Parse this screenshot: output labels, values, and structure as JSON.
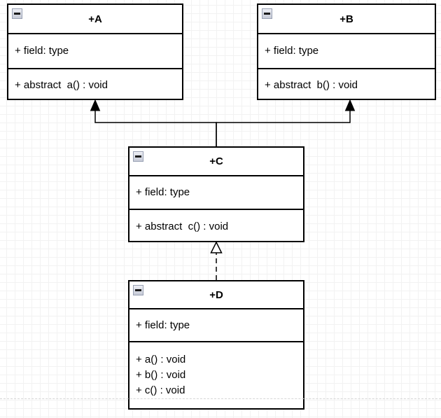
{
  "diagram": {
    "type": "uml-class-diagram",
    "classes": [
      {
        "id": "A",
        "title": "+A",
        "fields": [
          "+ field: type"
        ],
        "methods": [
          "+ abstract  a() : void"
        ],
        "collapse_icon": "minus"
      },
      {
        "id": "B",
        "title": "+B",
        "fields": [
          "+ field: type"
        ],
        "methods": [
          "+ abstract  b() : void"
        ],
        "collapse_icon": "minus"
      },
      {
        "id": "C",
        "title": "+C",
        "fields": [
          "+ field: type"
        ],
        "methods": [
          "+ abstract  c() : void"
        ],
        "collapse_icon": "minus"
      },
      {
        "id": "D",
        "title": "+D",
        "fields": [
          "+ field: type"
        ],
        "methods": [
          "+ a() : void",
          "+ b() : void",
          "+ c() : void"
        ],
        "collapse_icon": "minus"
      }
    ],
    "relationships": [
      {
        "from": "C",
        "to": "A",
        "type": "generalization",
        "line": "solid",
        "arrowhead": "filled-triangle"
      },
      {
        "from": "C",
        "to": "B",
        "type": "generalization",
        "line": "solid",
        "arrowhead": "filled-triangle"
      },
      {
        "from": "D",
        "to": "C",
        "type": "realization",
        "line": "dashed",
        "arrowhead": "hollow-triangle"
      }
    ],
    "colors": {
      "box_border": "#000000",
      "box_fill": "#ffffff",
      "text": "#000000",
      "grid_minor": "#f2f2f2",
      "grid_major": "#e3e3e3",
      "page_break_line": "#d6d6d6",
      "collapse_icon_border": "#98a0b3",
      "collapse_icon_fill": "#d4d8e2"
    }
  }
}
